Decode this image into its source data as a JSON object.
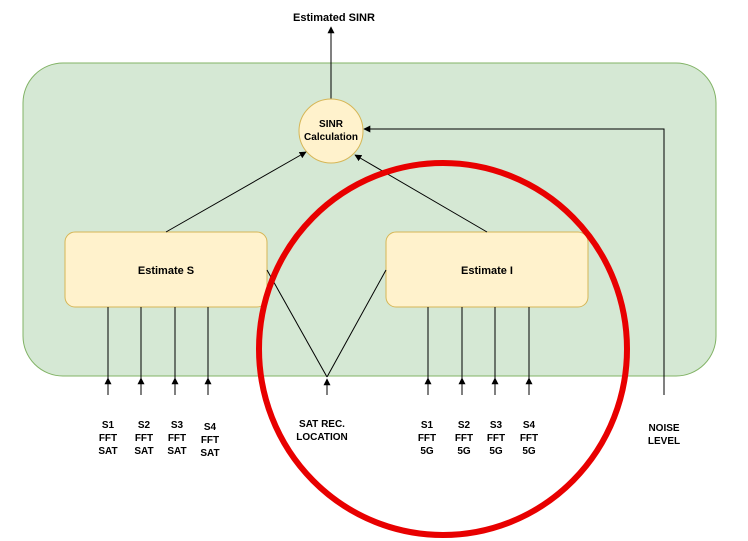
{
  "output_label": "Estimated SINR",
  "sinr_node": {
    "line1": "SINR",
    "line2": "Calculation"
  },
  "estimate_s": {
    "label": "Estimate S"
  },
  "estimate_i": {
    "label": "Estimate I"
  },
  "inputs_sat": [
    {
      "l1": "S1",
      "l2": "FFT",
      "l3": "SAT"
    },
    {
      "l1": "S2",
      "l2": "FFT",
      "l3": "SAT"
    },
    {
      "l1": "S3",
      "l2": "FFT",
      "l3": "SAT"
    },
    {
      "l1": "S4",
      "l2": "FFT",
      "l3": "SAT"
    }
  ],
  "sat_rec": {
    "l1": "SAT REC.",
    "l2": "LOCATION"
  },
  "inputs_5g": [
    {
      "l1": "S1",
      "l2": "FFT",
      "l3": "5G"
    },
    {
      "l1": "S2",
      "l2": "FFT",
      "l3": "5G"
    },
    {
      "l1": "S3",
      "l2": "FFT",
      "l3": "5G"
    },
    {
      "l1": "S4",
      "l2": "FFT",
      "l3": "5G"
    }
  ],
  "noise": {
    "l1": "NOISE",
    "l2": "LEVEL"
  },
  "colors": {
    "container_fill": "#d5e8d4",
    "container_stroke": "#82b366",
    "node_fill": "#fff2cc",
    "node_stroke": "#d6b656",
    "highlight": "#e80000"
  }
}
